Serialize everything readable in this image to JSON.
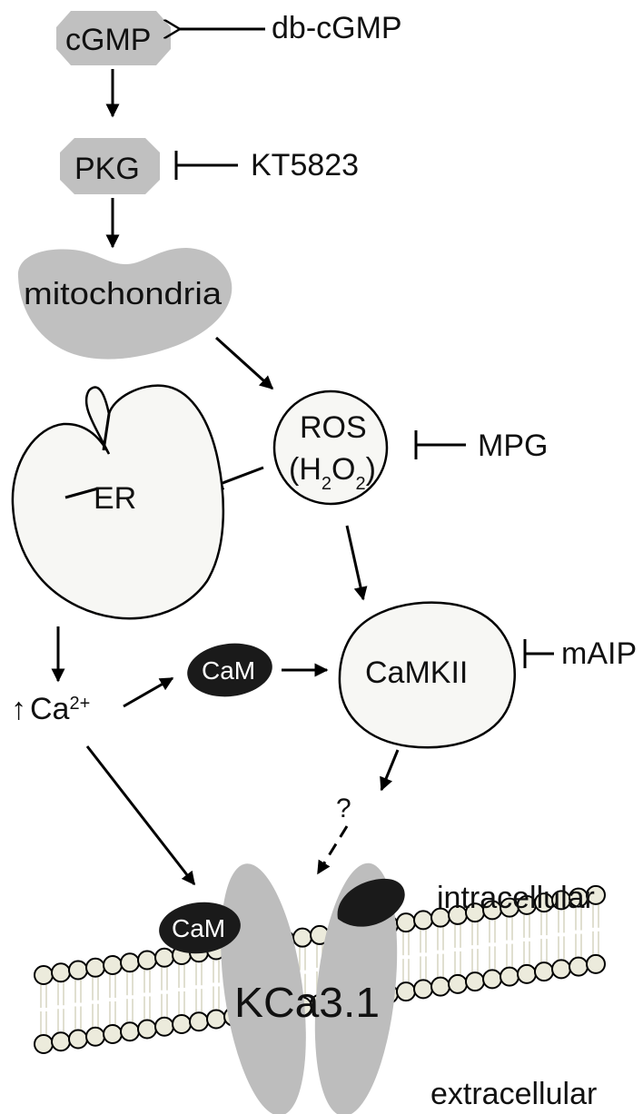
{
  "nodes": {
    "cgmp": "cGMP",
    "pkg": "PKG",
    "mitochondria": "mitochondria",
    "ros": "ROS",
    "h2o2_prefix": "(H",
    "h2o2_sub1": "2",
    "h2o2_mid": "O",
    "h2o2_sub2": "2",
    "h2o2_suffix": ")",
    "er": "ER",
    "cam_top": "CaM",
    "camkii": "CaMKII",
    "ca_up": "↑",
    "ca_base": "Ca",
    "ca_sup": "2+",
    "question": "?",
    "cam_bottom": "CaM",
    "channel": "KCa3.1"
  },
  "modulators": {
    "db_cgmp": "db-cGMP",
    "kt5823": "KT5823",
    "mpg": "MPG",
    "maip": "mAIP"
  },
  "compartments": {
    "intracellular": "intracellular",
    "extracellular": "extracellular"
  },
  "colors": {
    "gray_node": "#c0c0c0",
    "light_node": "#f7f7f4",
    "dark_node": "#1a1a1a",
    "channel": "#bdbdbd",
    "lipid_head": "#ecebdc"
  }
}
